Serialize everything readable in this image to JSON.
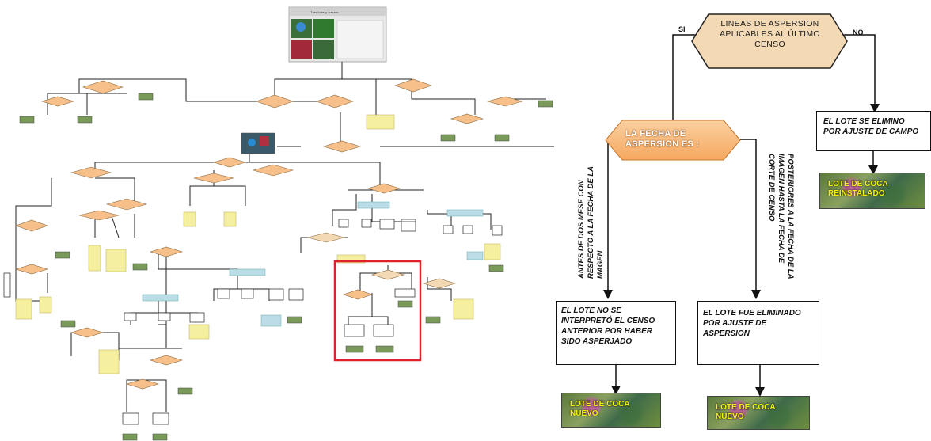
{
  "diagram": {
    "decision_top": "LINEAS DE ASPERSION APLICABLES AL ÚLTIMO CENSO",
    "branch_yes": "SI",
    "branch_no": "NO",
    "decision_date": "LA FECHA DE ASPERSION ES :",
    "edge_left": "ANTES  DE DOS MESE CON RESPECTO A LA FECHA DE LA MAGEN",
    "edge_right": "POSTERIORES A LA FECHA DE LA IMAGEN HASTA LA FECHA DE CORTE DE CENSO",
    "box_left": "EL LOTE NO SE INTERPRETÓ EL CENSO ANTERIOR POR HABER SIDO ASPERJADO",
    "box_mid": "EL LOTE FUE ELIMINADO POR AJUSTE DE ASPERSION",
    "box_right": "EL LOTE SE ELIMINO POR AJUSTE DE CAMPO",
    "result_left": "LOTE DE COCA NUEVO",
    "result_mid": "LOTE DE COCA NUEVO",
    "result_right": "LOTE DE COCA REINSTALADO"
  },
  "colors": {
    "diamond_fill": "#f3d9b4",
    "diamond_fill_orange": "#f7c08a",
    "highlight": "#e0202a",
    "mini_yellow": "#f5f0a0",
    "mini_blue": "#bcdde8"
  },
  "thumbnail": {
    "title": "Tres lotes y arrozes"
  }
}
